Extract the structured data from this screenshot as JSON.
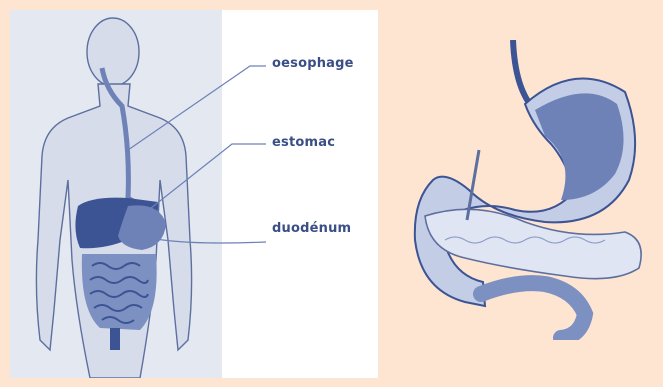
{
  "labels": {
    "oesophagus": "oesophage",
    "stomach": "estomac",
    "duodenum": "duodénum"
  },
  "colors": {
    "background": "#fde5d2",
    "panel": "#ffffff",
    "body_shade": "#dfe4ef",
    "organ_dark": "#3c5394",
    "organ_mid": "#6e82b8",
    "organ_light": "#b8c4e0",
    "label_text": "#3a4f86"
  },
  "icons": [
    "human-body-silhouette",
    "stomach-pancreas-illustration"
  ]
}
